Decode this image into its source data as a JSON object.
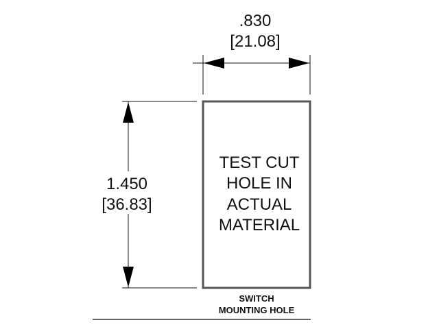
{
  "width_dimension": {
    "inches": ".830",
    "mm": "[21.08]"
  },
  "height_dimension": {
    "inches": "1.450",
    "mm": "[36.83]"
  },
  "hole_note": [
    "TEST CUT",
    "HOLE IN",
    "ACTUAL",
    "MATERIAL"
  ],
  "caption": [
    "SWITCH",
    "MOUNTING HOLE"
  ],
  "colors": {
    "outline": "#555555",
    "lines": "#111111"
  }
}
